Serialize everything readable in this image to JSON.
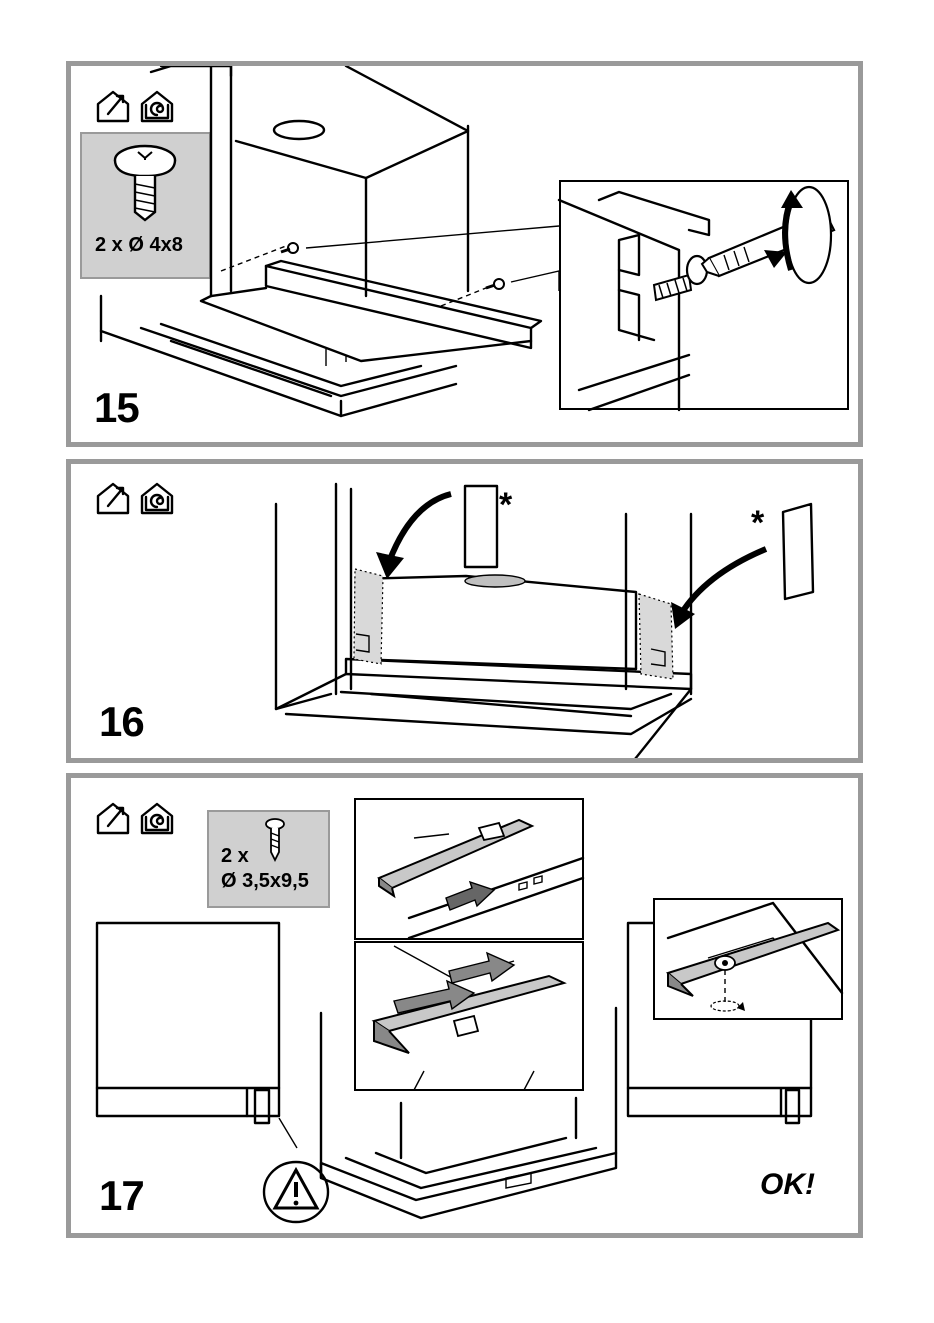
{
  "steps": [
    {
      "number": "15",
      "screw_qty": "2 x",
      "screw_spec": "Ø 4x8"
    },
    {
      "number": "16",
      "asterisk": "*"
    },
    {
      "number": "17",
      "screw_qty": "2 x",
      "screw_spec": "Ø 3,5x9,5",
      "ok_label": "OK!"
    }
  ],
  "icons": [
    "house-arrow-icon",
    "house-swirl-icon",
    "screw-icon",
    "warning-triangle-icon",
    "rotation-arrow-icon",
    "screwdriver-icon"
  ],
  "colors": {
    "frame": "#9a9a9a",
    "shade": "#d0d0d0",
    "ink": "#000000"
  }
}
